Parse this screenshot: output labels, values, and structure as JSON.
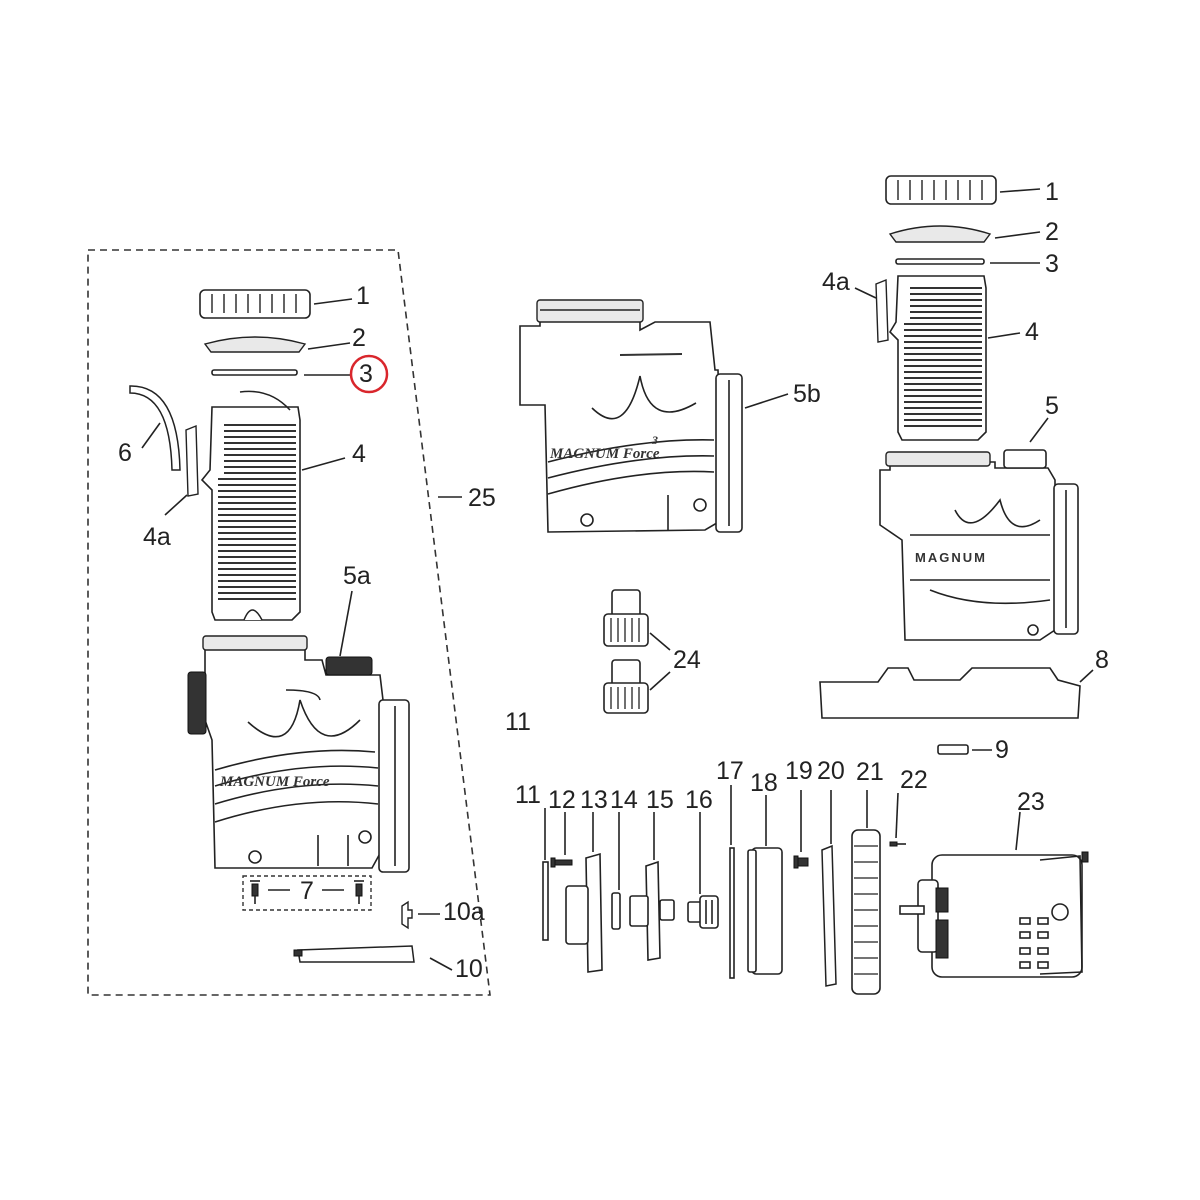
{
  "labels": {
    "kit": "25",
    "left": {
      "l1": "1",
      "l2": "2",
      "l3": "3",
      "l4": "4",
      "l4a": "4a",
      "l5a": "5a",
      "l6": "6",
      "l7": "7",
      "l10": "10",
      "l10a": "10a"
    },
    "center": {
      "l5b": "5b",
      "l24": "24",
      "l11": "11"
    },
    "right": {
      "l1": "1",
      "l2": "2",
      "l3": "3",
      "l4": "4",
      "l4a": "4a",
      "l5": "5",
      "l8": "8",
      "l9": "9"
    },
    "bottom": {
      "l11": "11",
      "l12": "12",
      "l13": "13",
      "l14": "14",
      "l15": "15",
      "l16": "16",
      "l17": "17",
      "l18": "18",
      "l19": "19",
      "l20": "20",
      "l21": "21",
      "l22": "22",
      "l23": "23"
    }
  },
  "brands": {
    "left_housing": "MAGNUM Force",
    "center_housing": "MAGNUM Force",
    "center_superscript": "3",
    "right_housing": "MAGNUM"
  },
  "highlight": {
    "target_label": "3",
    "color": "#d9262c"
  }
}
